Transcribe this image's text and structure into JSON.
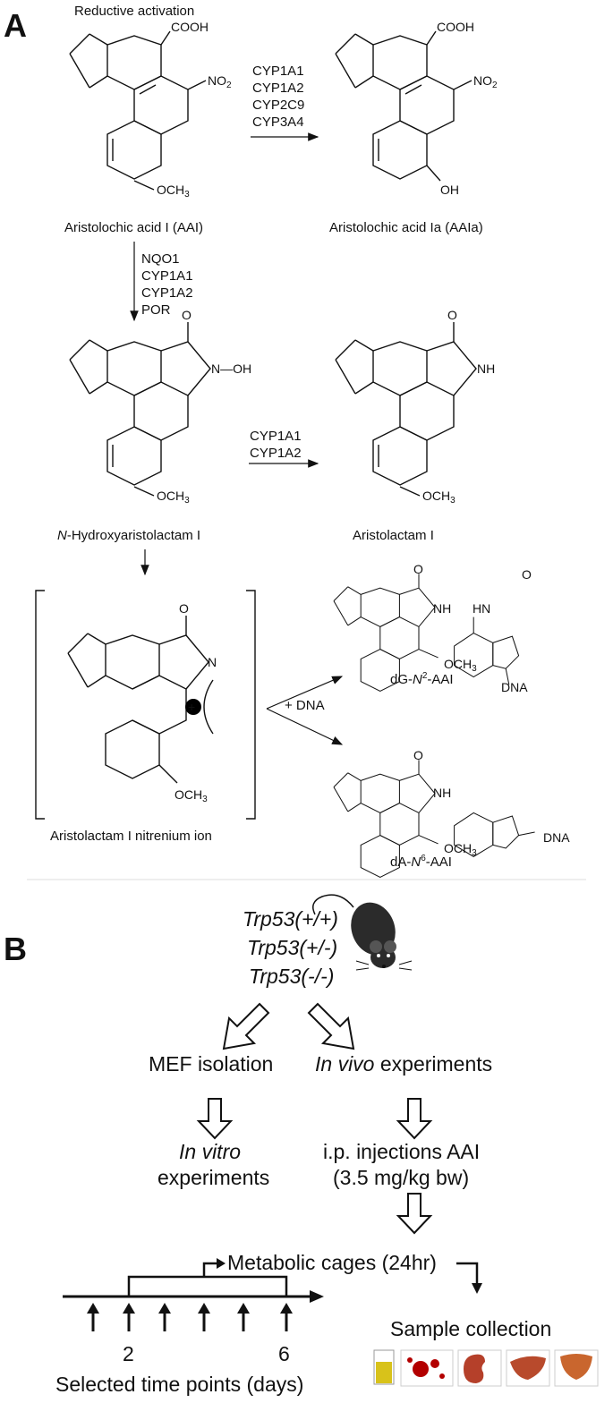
{
  "panelA": {
    "letter": "A",
    "heading": "Reductive activation",
    "compounds": {
      "aai": "Aristolochic acid I (AAI)",
      "aaia": "Aristolochic acid Ia (AAIa)",
      "nhydroxy_italic": "N",
      "nhydroxy_rest": "-Hydroxyaristolactam I",
      "aristolactam": "Aristolactam I",
      "nitrenium": "Aristolactam I nitrenium ion",
      "dg_pre": "dG-",
      "dg_n": "N",
      "dg_sup": "2",
      "dg_post": "-AAI",
      "da_pre": "dA-",
      "da_n": "N",
      "da_sup": "6",
      "da_post": "-AAI"
    },
    "enzymes": {
      "oxidation": [
        "CYP1A1",
        "CYP1A2",
        "CYP2C9",
        "CYP3A4"
      ],
      "reduction": [
        "NQO1",
        "CYP1A1",
        "CYP1A2",
        "POR"
      ],
      "lactam": [
        "CYP1A1",
        "CYP1A2"
      ]
    },
    "dna_label": "+ DNA",
    "groups": {
      "cooh": "COOH",
      "no2_main": "NO",
      "no2_sub": "2",
      "och3_main": "OCH",
      "och3_sub": "3",
      "oh": "OH",
      "o": "O",
      "n": "N",
      "nh": "NH",
      "hn": "HN",
      "h": "H",
      "n_oh": "N—OH",
      "dna": "DNA",
      "plus": "+"
    }
  },
  "panelB": {
    "letter": "B",
    "genotypes": [
      "Trp53(+/+)",
      "Trp53(+/-)",
      "Trp53(-/-)"
    ],
    "mef": "MEF isolation",
    "invivo_italic": "In vivo",
    "invivo_rest": " experiments",
    "invitro_italic": "In vitro",
    "invitro_rest": "experiments",
    "injection_line1": "i.p. injections AAI",
    "injection_line2": "(3.5 mg/kg bw)",
    "metabolic": "Metabolic cages (24hr)",
    "sample": "Sample collection",
    "tick_2": "2",
    "tick_6": "6",
    "timepoints": "Selected time points (days)"
  }
}
